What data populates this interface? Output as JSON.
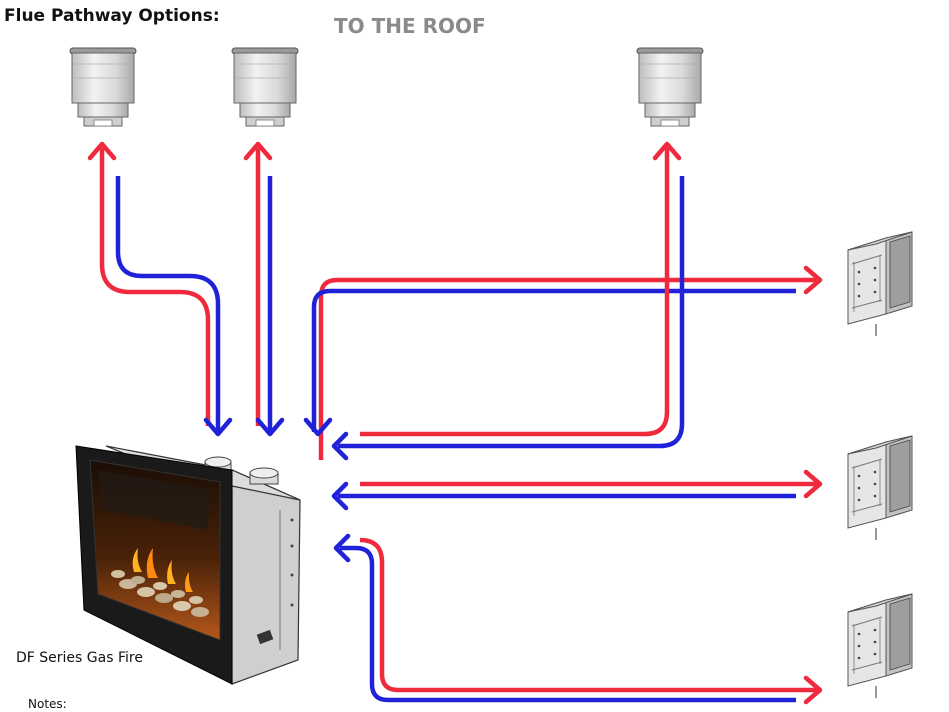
{
  "header": {
    "title": "Flue Pathway Options:",
    "roof_label": "TO THE ROOF"
  },
  "fireplace": {
    "label": "DF Series Gas Fire"
  },
  "footer": {
    "notes_label": "Notes:"
  },
  "colors": {
    "hot_flow": "#ee2a3c",
    "cold_flow": "#1f22d8",
    "metal_light": "#e4e4e4",
    "metal_dark": "#9c9c9c",
    "roof_label": "#8a8a8a"
  },
  "icons": {
    "roof_terminal": "roof-flue-terminal-icon",
    "wall_terminal": "wall-flue-terminal-icon",
    "fireplace": "gas-fireplace-icon"
  }
}
